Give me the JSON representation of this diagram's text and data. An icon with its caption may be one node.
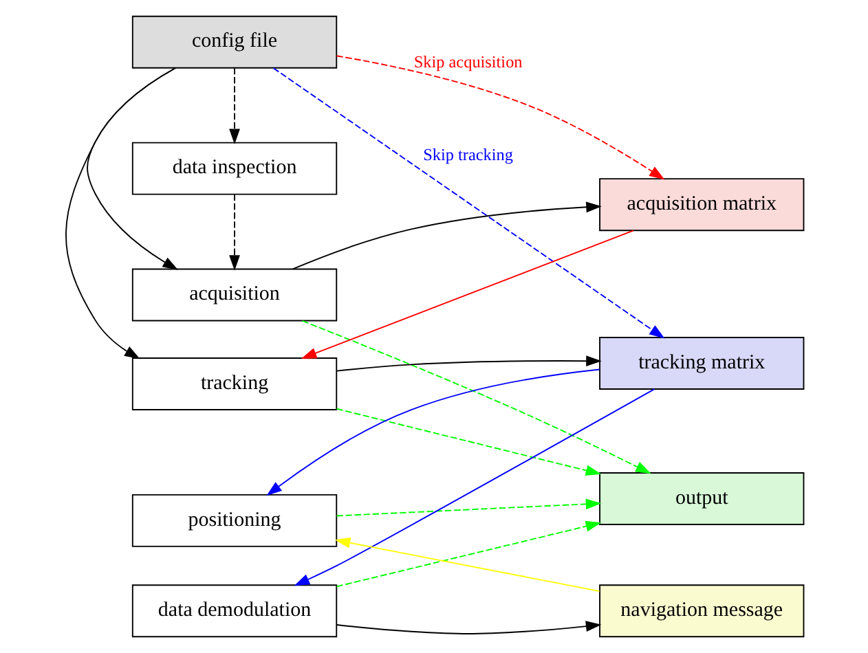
{
  "diagram": {
    "nodes": [
      {
        "text": [
          "config file"
        ]
      },
      {
        "text": [
          "data inspection"
        ]
      },
      {
        "text": [
          "acquisition"
        ]
      },
      {
        "text": [
          "tracking"
        ]
      },
      {
        "text": [
          "data demodulation"
        ]
      },
      {
        "text": [
          "positioning"
        ]
      },
      {
        "text": [
          "acquisition matrix"
        ]
      },
      {
        "text": [
          "tracking matrix"
        ]
      },
      {
        "text": [
          "navigation message"
        ]
      },
      {
        "text": [
          "output"
        ]
      }
    ],
    "edges": [
      {
        "from": 0,
        "to": 1,
        "arrow": "to",
        "style": "dashed"
      },
      {
        "from": 1,
        "to": 2,
        "arrow": "to",
        "style": "dashed"
      },
      {
        "from": 0,
        "to": 2,
        "arrow": "to"
      },
      {
        "from": 0,
        "to": 3,
        "arrow": "to"
      },
      {
        "from": 0,
        "to": 6,
        "arrow": "to",
        "label": "Skip acquisition",
        "style": "dashed",
        "color": "#ff0000"
      },
      {
        "from": 0,
        "to": 7,
        "arrow": "to",
        "label": "Skip tracking",
        "style": "dashed",
        "color": "#0000ff"
      },
      {
        "from": 2,
        "to": 6,
        "arrow": "to"
      },
      {
        "from": 6,
        "to": 3,
        "arrow": "to",
        "color": "#ff0000"
      },
      {
        "from": 3,
        "to": 7,
        "arrow": "to"
      },
      {
        "from": 7,
        "to": 4,
        "arrow": "to",
        "color": "#0000ff"
      },
      {
        "from": 7,
        "to": 5,
        "arrow": "to",
        "color": "#0000ff"
      },
      {
        "from": 4,
        "to": 8,
        "arrow": "to"
      },
      {
        "from": 8,
        "to": 5,
        "arrow": "to",
        "color": "#ffff00"
      },
      {
        "from": 2,
        "to": 9,
        "arrow": "to",
        "style": "dashed",
        "color": "#00ff00"
      },
      {
        "from": 3,
        "to": 9,
        "arrow": "to",
        "style": "dashed",
        "color": "#00ff00"
      },
      {
        "from": 4,
        "to": 9,
        "arrow": "to",
        "style": "dashed",
        "color": "#00ff00"
      },
      {
        "from": 5,
        "to": 9,
        "arrow": "to",
        "style": "dashed",
        "color": "#00ff00"
      }
    ]
  }
}
